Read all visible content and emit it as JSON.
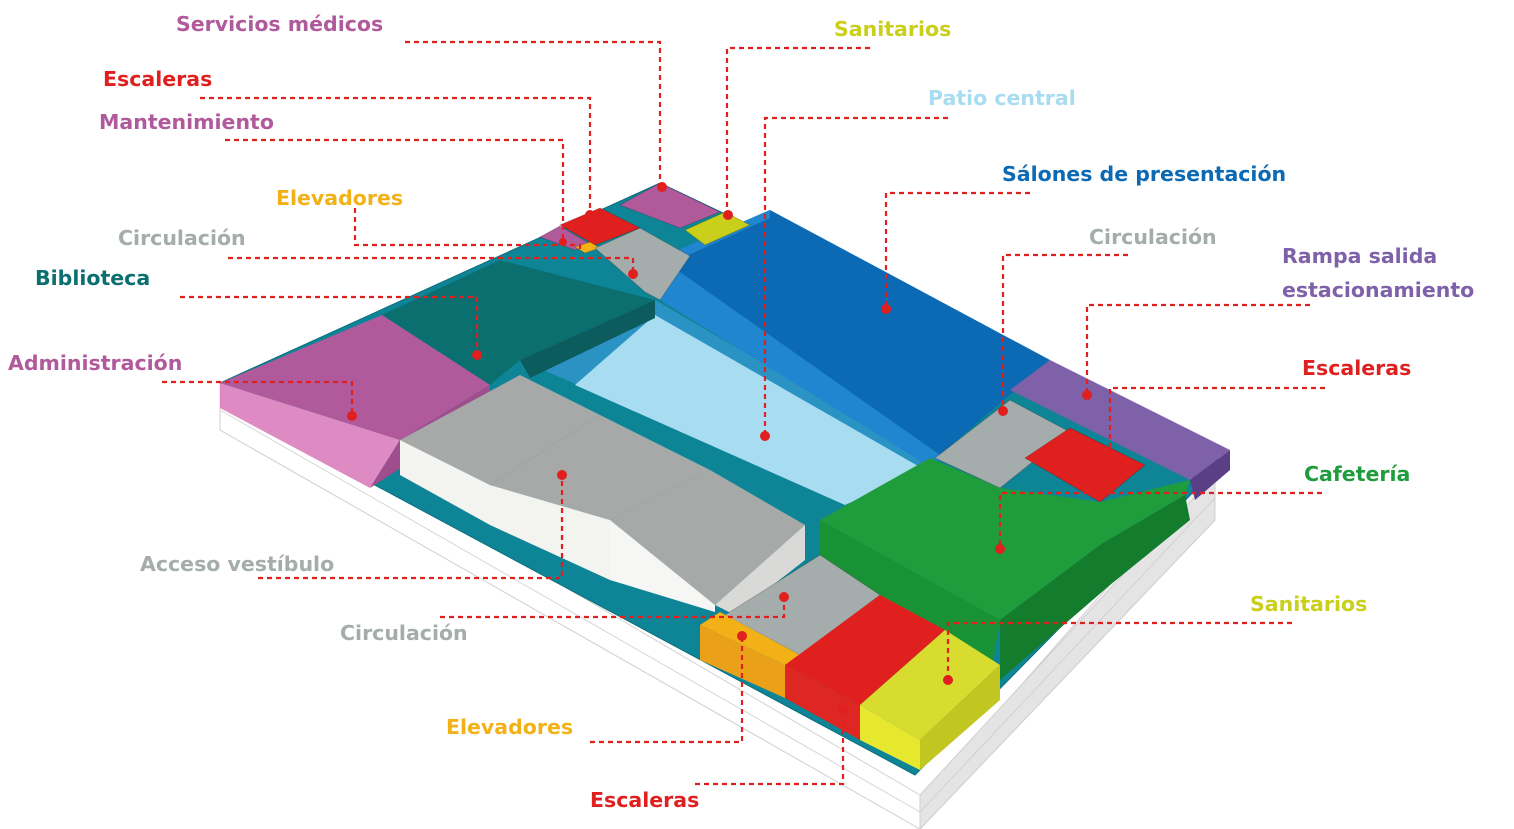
{
  "colors": {
    "magenta": "#b05a9c",
    "red": "#e0201f",
    "yellow_green": "#c9cf1a",
    "light_blue": "#a8dcf0",
    "blue": "#0b6ab3",
    "grey": "#a4acac",
    "purple": "#7e61a8",
    "green": "#1f9c3c",
    "orange": "#f2b217",
    "teal": "#0b6f70",
    "leader": "#e0201f"
  },
  "labels": {
    "servicios_medicos": "Servicios médicos",
    "sanitarios_top": "Sanitarios",
    "escaleras_top": "Escaleras",
    "patio_central": "Patio central",
    "mantenimiento": "Mantenimiento",
    "salones": "Sálones de presentación",
    "elevadores_top": "Elevadores",
    "circulacion_left": "Circulación",
    "circulacion_right": "Circulación",
    "biblioteca": "Biblioteca",
    "rampa_line1": "Rampa salida",
    "rampa_line2": "estacionamiento",
    "administracion": "Administración",
    "escaleras_right": "Escaleras",
    "cafeteria": "Cafetería",
    "acceso": "Acceso vestíbulo",
    "sanitarios_bottom": "Sanitarios",
    "circulacion_bottom": "Circulación",
    "elevadores_bottom": "Elevadores",
    "escaleras_bottom": "Escaleras"
  }
}
